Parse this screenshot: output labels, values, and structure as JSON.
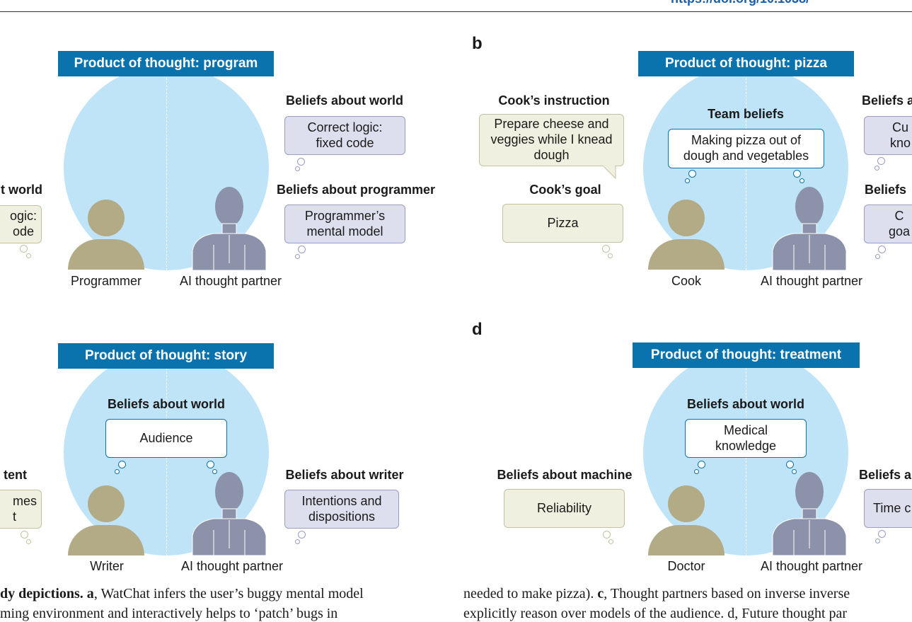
{
  "header": {
    "link_text": "https://doi.org/10.1038/"
  },
  "panels": {
    "a": {
      "banner": "Product of thought: program",
      "left_title": "t world",
      "left_box": "ogic:\node",
      "right_title_1": "Beliefs about world",
      "right_box_1": "Correct logic:\nfixed code",
      "right_title_2": "Beliefs about programmer",
      "right_box_2": "Programmer’s\nmental model",
      "human_label": "Programmer",
      "ai_label": "AI thought partner"
    },
    "b": {
      "letter": "b",
      "banner": "Product of thought: pizza",
      "instruction_title": "Cook’s instruction",
      "instruction_box": "Prepare cheese and\nveggies while I knead\ndough",
      "goal_title": "Cook’s goal",
      "goal_box": "Pizza",
      "center_title": "Team beliefs",
      "center_box": "Making pizza out of\ndough and vegetables",
      "right_title_1": "Beliefs a",
      "right_box_1": "Cu\nkno",
      "right_title_2": "Beliefs",
      "right_box_2": "C\ngoa",
      "human_label": "Cook",
      "ai_label": "AI thought partner"
    },
    "c": {
      "banner": "Product of thought: story",
      "center_title": "Beliefs about world",
      "center_box": "Audience",
      "left_title": "tent",
      "left_box": "mes\nt",
      "right_title": "Beliefs about writer",
      "right_box": "Intentions and\ndispositions",
      "human_label": "Writer",
      "ai_label": "AI thought partner"
    },
    "d": {
      "letter": "d",
      "banner": "Product of thought: treatment",
      "center_title": "Beliefs about world",
      "center_box": "Medical\nknowledge",
      "left_title": "Beliefs about machine",
      "left_box": "Reliability",
      "right_title": "Beliefs a",
      "right_box": "Time c",
      "human_label": "Doctor",
      "ai_label": "AI thought partner"
    }
  },
  "caption": {
    "left_bold": "dy depictions. a",
    "left_rest": ", WatChat infers the user’s buggy mental model",
    "left_line2": "ming environment and interactively helps to ‘patch’ bugs in",
    "right_pre": "needed to make pizza). ",
    "right_bold": "c",
    "right_rest": ", Thought partners based on inverse inverse",
    "right_line2": "explicitly reason over models of the audience. d, Future thought par"
  },
  "colors": {
    "banner": "#0a73ad",
    "circle": "#bfe4f7",
    "human": "#b2ab86",
    "robot": "#8c92aa",
    "purple_box": "#dedfee",
    "cream_box": "#f0f0e0"
  },
  "icons": [
    "human-figure-icon",
    "robot-figure-icon",
    "thought-bubble-icon",
    "speech-tail-icon"
  ]
}
